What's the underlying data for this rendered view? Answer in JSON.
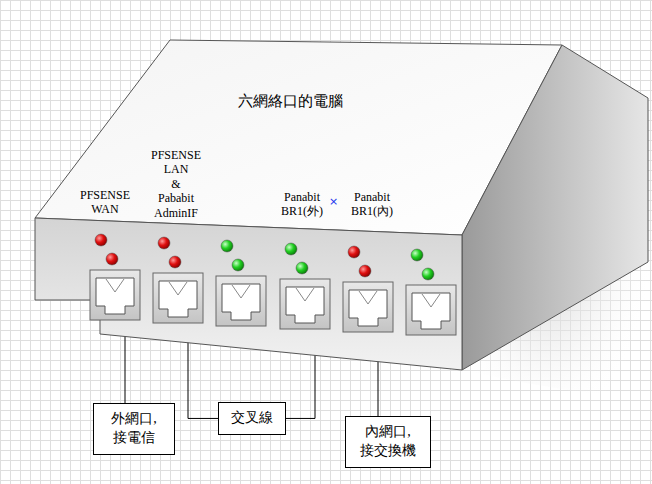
{
  "diagram": {
    "nodes": [
      {
        "text": [
          "六網絡口的電腦",
          "PFSENSE WAN",
          "PFSENSE LAN & Pababit AdminIF",
          "Panabit BR1(外)",
          "Panabit BR1(內)"
        ]
      },
      {
        "text": [
          "外網口, 接電信"
        ]
      },
      {
        "text": [
          "交叉線"
        ]
      },
      {
        "text": [
          "內網口, 接交換機"
        ]
      }
    ],
    "edges": [
      {
        "from": 0,
        "to": 1,
        "arrow": "none"
      },
      {
        "from": 0,
        "to": 2,
        "arrow": "none"
      },
      {
        "from": 0,
        "to": 2,
        "arrow": "none"
      },
      {
        "from": 0,
        "to": 3,
        "arrow": "none"
      }
    ],
    "labels": [
      "×"
    ]
  }
}
